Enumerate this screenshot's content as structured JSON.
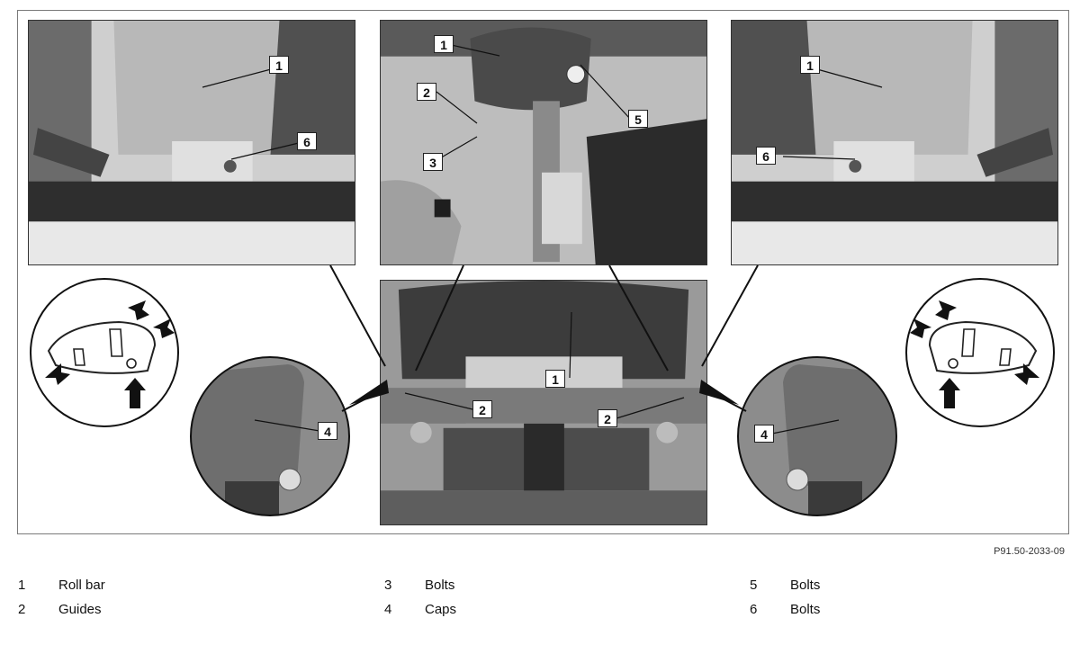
{
  "figure": {
    "reference_code": "P91.50-2033-09",
    "labels": {
      "roll_bar": "1",
      "guides": "2",
      "bolts_3": "3",
      "caps": "4",
      "bolts_5": "5",
      "bolts_6": "6"
    }
  },
  "legend": [
    {
      "number": "1",
      "text": "Roll bar"
    },
    {
      "number": "2",
      "text": "Guides"
    },
    {
      "number": "3",
      "text": "Bolts"
    },
    {
      "number": "4",
      "text": "Caps"
    },
    {
      "number": "5",
      "text": "Bolts"
    },
    {
      "number": "6",
      "text": "Bolts"
    }
  ],
  "colors": {
    "frame": "#7a7a7a",
    "photo_dark": "#3a3a3a",
    "photo_mid": "#8c8c8c",
    "photo_light": "#d6d6d6"
  }
}
